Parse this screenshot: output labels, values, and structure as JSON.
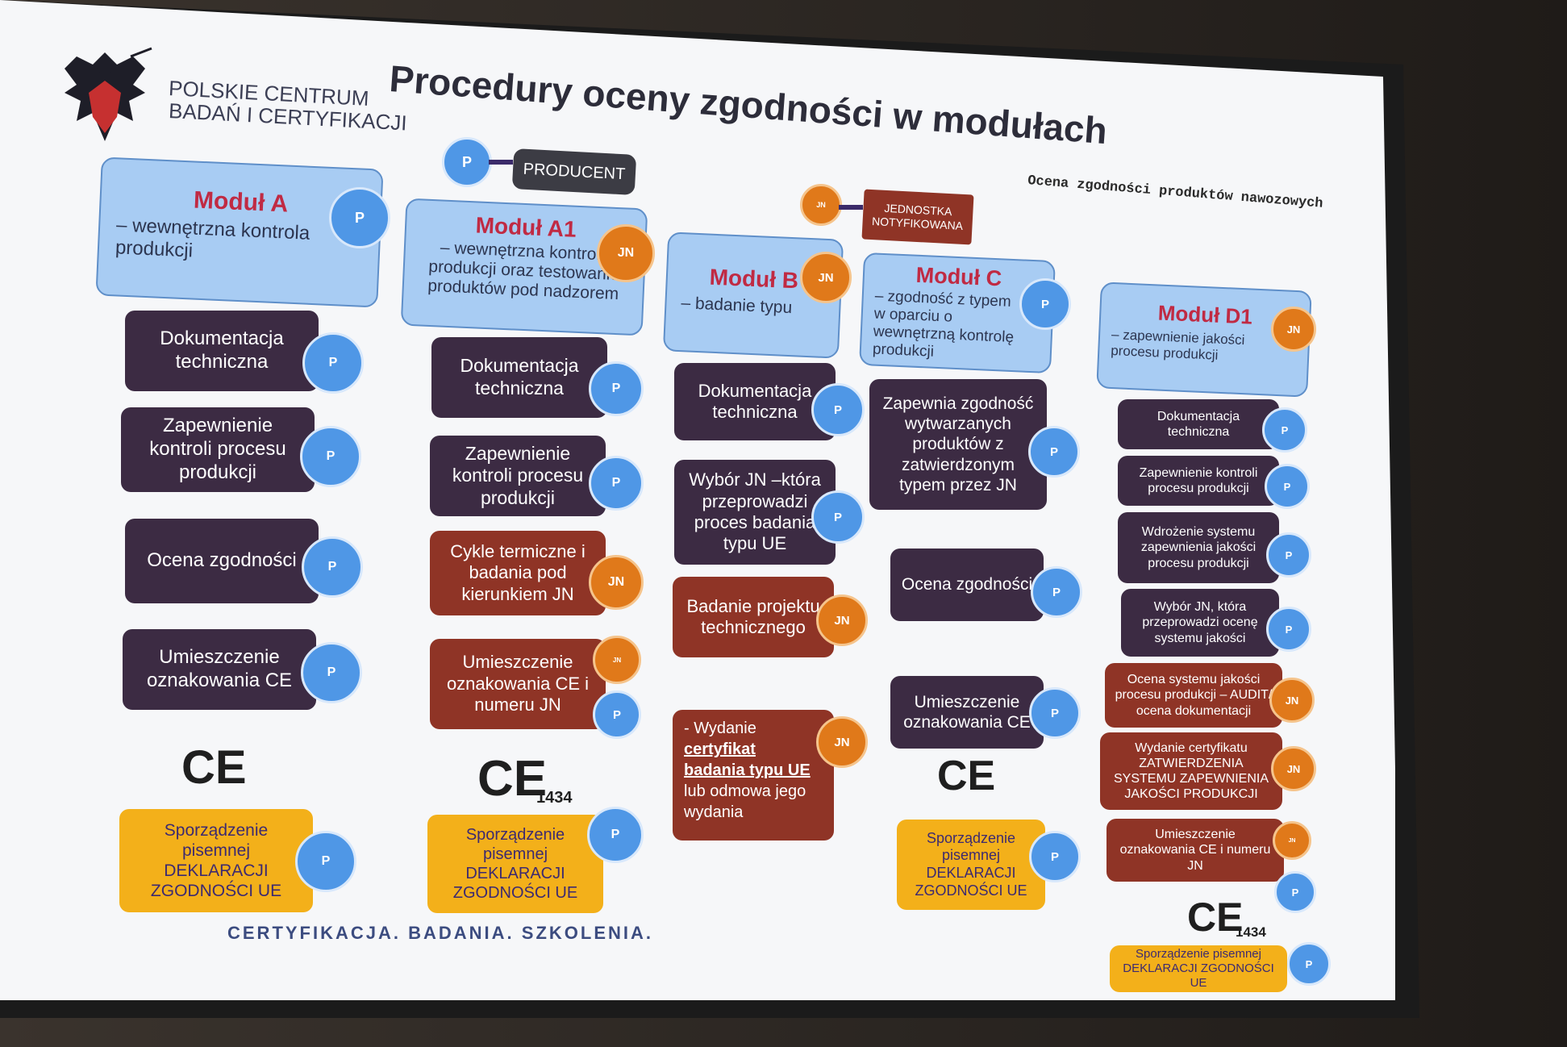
{
  "logo": {
    "line1": "POLSKIE CENTRUM",
    "line2": "BADAŃ I CERTYFIKACJI"
  },
  "title": "Procedury oceny zgodności w modułach",
  "subtitle": "Ocena zgodności produktów nawozowych",
  "legend": {
    "p_letter": "P",
    "producent": "PRODUCENT",
    "jn_letter": "JN",
    "jn_label1": "JEDNOSTKA",
    "jn_label2": "NOTYFIKOWANA"
  },
  "badge": {
    "p": "P",
    "jn": "JN"
  },
  "modA": {
    "title": "Moduł A",
    "desc": "– wewnętrzna kontrola produkcji",
    "steps": [
      "Dokumentacja techniczna",
      "Zapewnienie kontroli procesu produkcji",
      "Ocena zgodności",
      "Umieszczenie oznakowania CE"
    ],
    "ce": "CE",
    "decl": "Sporządzenie pisemnej DEKLARACJI ZGODNOŚCI UE"
  },
  "modA1": {
    "title": "Moduł A1",
    "desc": "– wewnętrzna kontrola produkcji oraz testowanie produktów pod nadzorem",
    "steps": [
      "Dokumentacja techniczna",
      "Zapewnienie kontroli procesu produkcji",
      "Cykle termiczne i badania pod kierunkiem JN",
      "Umieszczenie oznakowania CE i numeru JN"
    ],
    "ce": "CE",
    "ce_num": "1434",
    "decl": "Sporządzenie pisemnej DEKLARACJI ZGODNOŚCI UE"
  },
  "modB": {
    "title": "Moduł B",
    "desc": "– badanie typu",
    "steps": [
      "Dokumentacja techniczna",
      "Wybór JN –która przeprowadzi proces badania typu UE",
      "Badanie projektu technicznego"
    ],
    "issue_prefix": "- Wydanie",
    "issue_b1": "certyfikat",
    "issue_b2": "badania typu UE",
    "issue_rest": "lub odmowa jego wydania"
  },
  "modC": {
    "title": "Moduł C",
    "desc": "– zgodność z typem w oparciu o wewnętrzną kontrolę produkcji",
    "steps": [
      "Zapewnia zgodność wytwarzanych produktów z zatwierdzonym typem przez JN",
      "Ocena zgodności",
      "Umieszczenie oznakowania CE"
    ],
    "ce": "CE",
    "decl": "Sporządzenie pisemnej DEKLARACJI ZGODNOŚCI UE"
  },
  "modD1": {
    "title": "Moduł D1",
    "desc": "– zapewnienie jakości procesu produkcji",
    "steps": [
      "Dokumentacja techniczna",
      "Zapewnienie kontroli procesu produkcji",
      "Wdrożenie systemu zapewnienia jakości procesu produkcji",
      "Wybór JN, która przeprowadzi ocenę systemu jakości",
      "Ocena systemu jakości procesu produkcji – AUDIT/ ocena dokumentacji",
      "Wydanie certyfikatu ZATWIERDZENIA SYSTEMU ZAPEWNIENIA JAKOŚCI PRODUKCJI",
      "Umieszczenie oznakowania CE i numeru JN"
    ],
    "ce": "CE",
    "ce_num": "1434",
    "decl": "Sporządzenie pisemnej DEKLARACJI ZGODNOŚCI UE"
  },
  "footer": "CERTYFIKACJA. BADANIA. SZKOLENIA."
}
